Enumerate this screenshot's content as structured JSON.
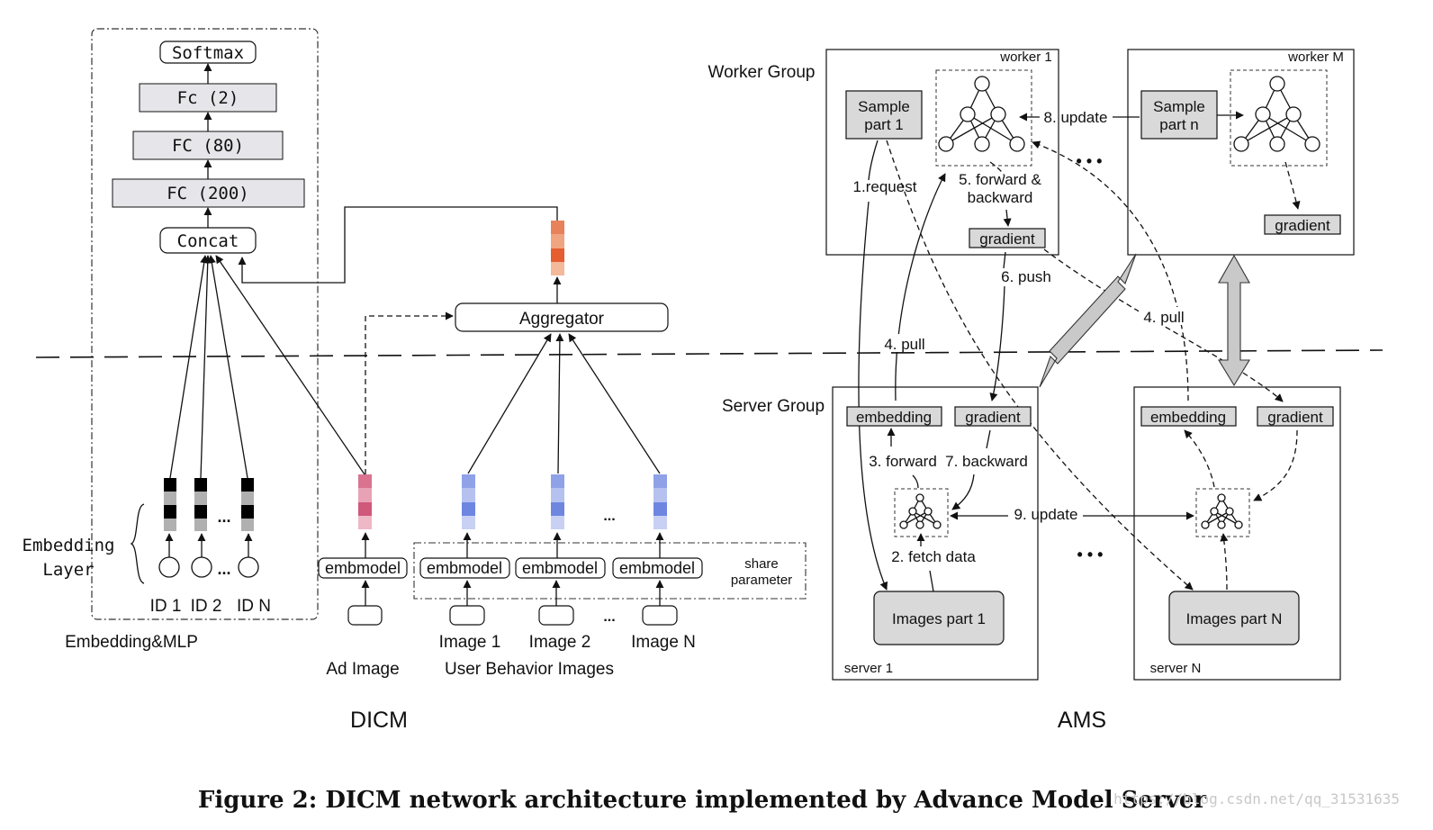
{
  "dicm": {
    "title": "DICM",
    "layers": [
      "Softmax",
      "Fc (2)",
      "FC (80)",
      "FC (200)",
      "Concat"
    ],
    "embedding_layer": [
      "Embedding",
      "Layer"
    ],
    "ids": [
      "ID 1",
      "ID 2",
      "ID N"
    ],
    "ellipsis": "...",
    "group_label": "Embedding&MLP",
    "aggregator": "Aggregator",
    "embmodel": "embmodel",
    "share_parameter": [
      "share",
      "parameter"
    ],
    "image_labels": [
      "Image 1",
      "Image 2",
      "Image N"
    ],
    "ad_image": "Ad Image",
    "user_behavior_images": "User Behavior Images"
  },
  "ams": {
    "title": "AMS",
    "worker_group": "Worker Group",
    "server_group": "Server Group",
    "worker_1": "worker 1",
    "worker_m": "worker M",
    "sample_part_1": [
      "Sample",
      "part 1"
    ],
    "sample_part_n": [
      "Sample",
      "part n"
    ],
    "gradient": "gradient",
    "embedding": "embedding",
    "server_1": "server 1",
    "server_n": "server N",
    "images_part_1": "Images part 1",
    "images_part_n": "Images part N",
    "dots": "• • •",
    "steps": {
      "request": "1.request",
      "fetch_data": "2. fetch data",
      "forward": "3. forward",
      "pull": "4. pull",
      "pull_2": "4. pull",
      "forward_backward": [
        "5. forward &",
        "backward"
      ],
      "push": "6. push",
      "backward": "7. backward",
      "update_8": "8. update",
      "update_9": "9. update"
    }
  },
  "caption": "Figure 2: DICM network architecture implemented by Advance Model Server",
  "watermark": "https://blog.csdn.net/qq_31531635"
}
